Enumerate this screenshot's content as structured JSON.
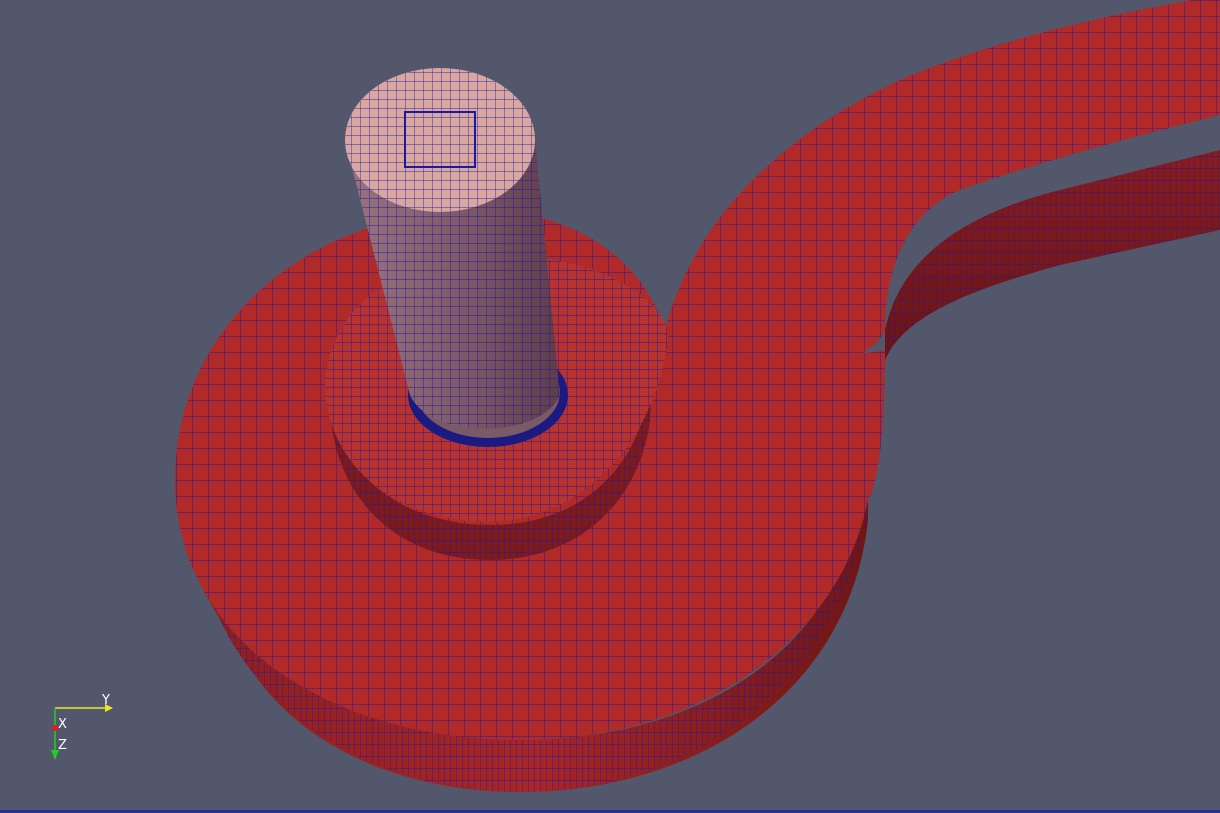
{
  "viewport": {
    "background_color": "#52576b",
    "description_kind": "3d-render-view"
  },
  "model": {
    "surface_color": "#b02a2a",
    "surface_dark_color": "#7d1a1a",
    "cylinder_top_color": "#d9a7a0",
    "cylinder_side_color": "#8a6470",
    "mesh_edge_color": "#1a1aa0"
  },
  "axes": {
    "y_label": "Y",
    "x_label": "X",
    "z_label": "Z",
    "y_color": "#e8e82a",
    "x_color": "#e02020",
    "z_color": "#20d020"
  },
  "status_strip_color": "#2a2f9a"
}
